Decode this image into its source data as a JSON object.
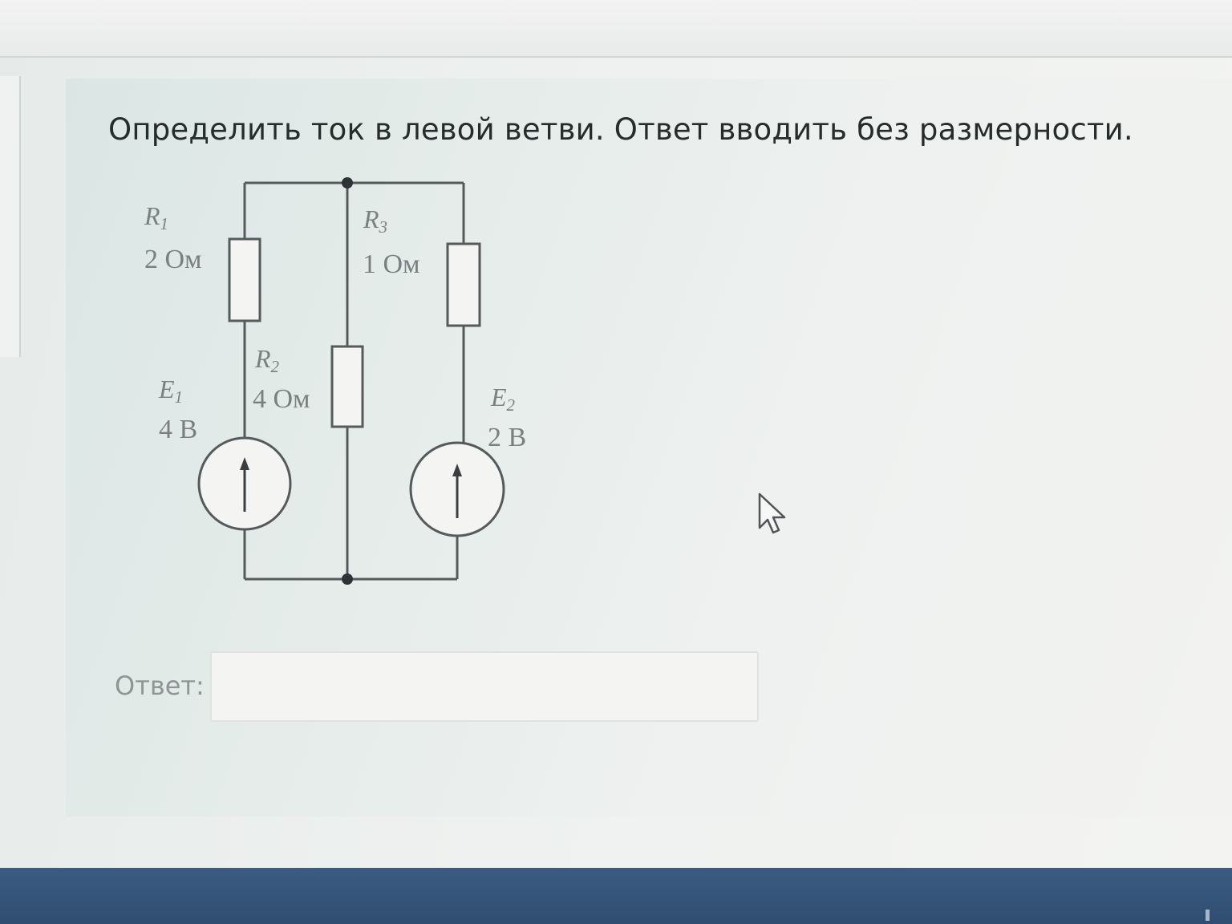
{
  "question": {
    "text": "Определить ток в левой ветви. Ответ вводить без размерности."
  },
  "circuit": {
    "r1": {
      "name": "R",
      "sub": "1",
      "value": "2 Ом"
    },
    "r2": {
      "name": "R",
      "sub": "2",
      "value": "4 Ом"
    },
    "r3": {
      "name": "R",
      "sub": "3",
      "value": "1 Ом"
    },
    "e1": {
      "name": "E",
      "sub": "1",
      "value": "4 В"
    },
    "e2": {
      "name": "E",
      "sub": "2",
      "value": "2 В"
    }
  },
  "answer": {
    "label": "Ответ:",
    "value": ""
  },
  "colors": {
    "wire": "#555a5c",
    "text": "#262b2b",
    "taskbar": "#34557a"
  }
}
